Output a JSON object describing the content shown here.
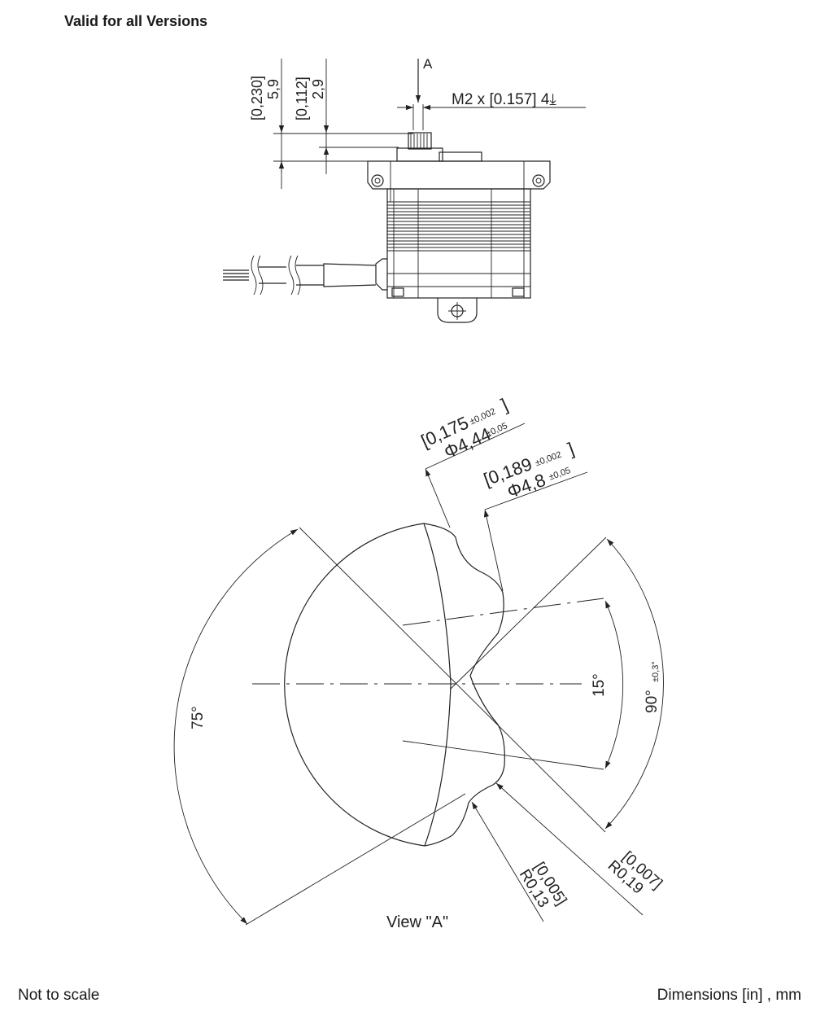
{
  "header": {
    "title": "Valid for all Versions"
  },
  "top_view": {
    "view_marker": "A",
    "thread_callout": "M2 x [0.157] 4⤓",
    "dim_1_inch": "[0,230]",
    "dim_1_mm": "5,9",
    "dim_2_inch": "[0,112]",
    "dim_2_mm": "2,9"
  },
  "detail_view": {
    "title": "View \"A\"",
    "pitch_dia_inch": "[0,175",
    "pitch_dia_inch_tol": "±0,002",
    "pitch_dia_bracket": "]",
    "pitch_dia_mm": "Φ4,44",
    "pitch_dia_mm_tol": "±0,05",
    "outer_dia_inch": "[0,189",
    "outer_dia_inch_tol": "±0,002",
    "outer_dia_bracket": "]",
    "outer_dia_mm": "Φ4,8",
    "outer_dia_mm_tol": "±0,05",
    "angle_15": "15°",
    "angle_90": "90°",
    "angle_90_tol": "±0,3°",
    "angle_75": "75°",
    "radius_1_inch": "[0,005]",
    "radius_1_mm": "R0,13",
    "radius_2_inch": "[0,007]",
    "radius_2_mm": "R0,19"
  },
  "footer": {
    "scale_note": "Not to scale",
    "units_note": "Dimensions [in] , mm"
  }
}
